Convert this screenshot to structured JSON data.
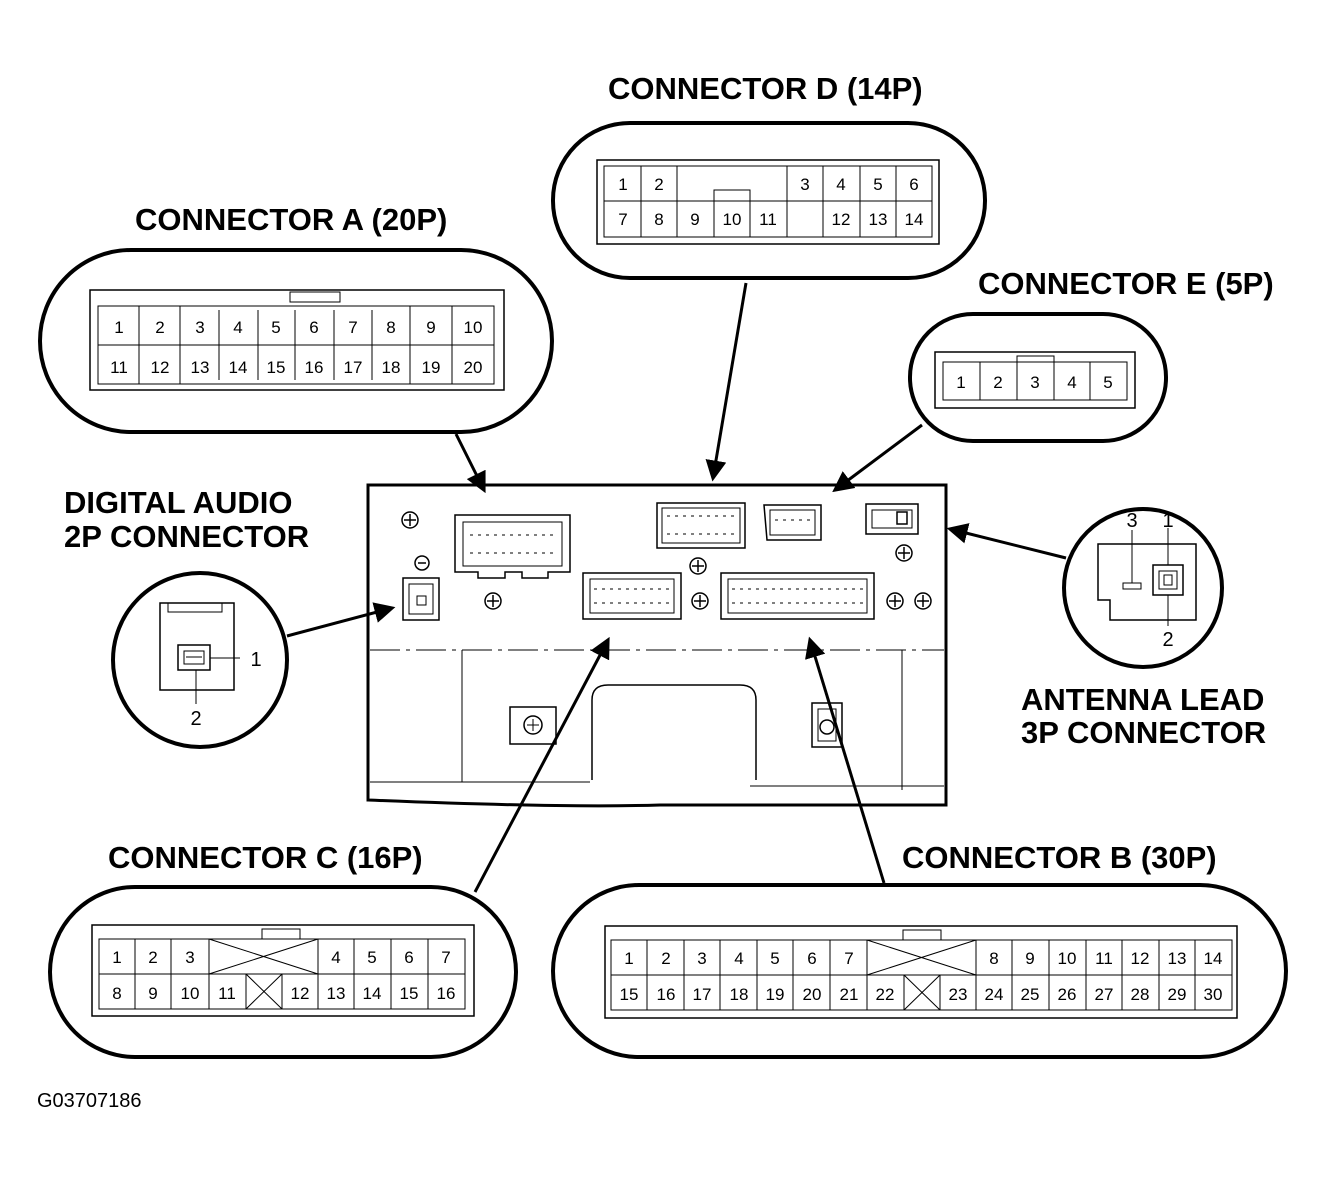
{
  "labels": {
    "connector_a": "CONNECTOR A (20P)",
    "connector_b": "CONNECTOR B (30P)",
    "connector_c": "CONNECTOR C (16P)",
    "connector_d": "CONNECTOR D (14P)",
    "connector_e": "CONNECTOR E (5P)",
    "digital_audio_line1": "DIGITAL AUDIO",
    "digital_audio_line2": "2P CONNECTOR",
    "antenna_line1": "ANTENNA LEAD",
    "antenna_line2": "3P CONNECTOR",
    "figure_code": "G03707186"
  },
  "connector_a": {
    "top": [
      "1",
      "2",
      "3",
      "4",
      "5",
      "6",
      "7",
      "8",
      "9",
      "10"
    ],
    "bottom": [
      "11",
      "12",
      "13",
      "14",
      "15",
      "16",
      "17",
      "18",
      "19",
      "20"
    ]
  },
  "connector_b": {
    "top_left": [
      "1",
      "2",
      "3",
      "4",
      "5",
      "6",
      "7"
    ],
    "top_right": [
      "8",
      "9",
      "10",
      "11",
      "12",
      "13",
      "14"
    ],
    "bottom_left": [
      "15",
      "16",
      "17",
      "18",
      "19",
      "20",
      "21",
      "22"
    ],
    "bottom_right": [
      "23",
      "24",
      "25",
      "26",
      "27",
      "28",
      "29",
      "30"
    ]
  },
  "connector_c": {
    "top_left": [
      "1",
      "2",
      "3"
    ],
    "top_right": [
      "4",
      "5",
      "6",
      "7"
    ],
    "bottom_left": [
      "8",
      "9",
      "10",
      "11"
    ],
    "bottom_right": [
      "12",
      "13",
      "14",
      "15",
      "16"
    ]
  },
  "connector_d": {
    "top_left": [
      "1",
      "2"
    ],
    "top_right": [
      "3",
      "4",
      "5",
      "6"
    ],
    "bottom_left": [
      "7",
      "8",
      "9",
      "10",
      "11"
    ],
    "bottom_right": [
      "12",
      "13",
      "14"
    ]
  },
  "connector_e": {
    "pins": [
      "1",
      "2",
      "3",
      "4",
      "5"
    ]
  },
  "digital_audio_pins": {
    "pin1": "1",
    "pin2": "2"
  },
  "antenna_pins": {
    "pin1": "1",
    "pin2": "2",
    "pin3": "3"
  }
}
